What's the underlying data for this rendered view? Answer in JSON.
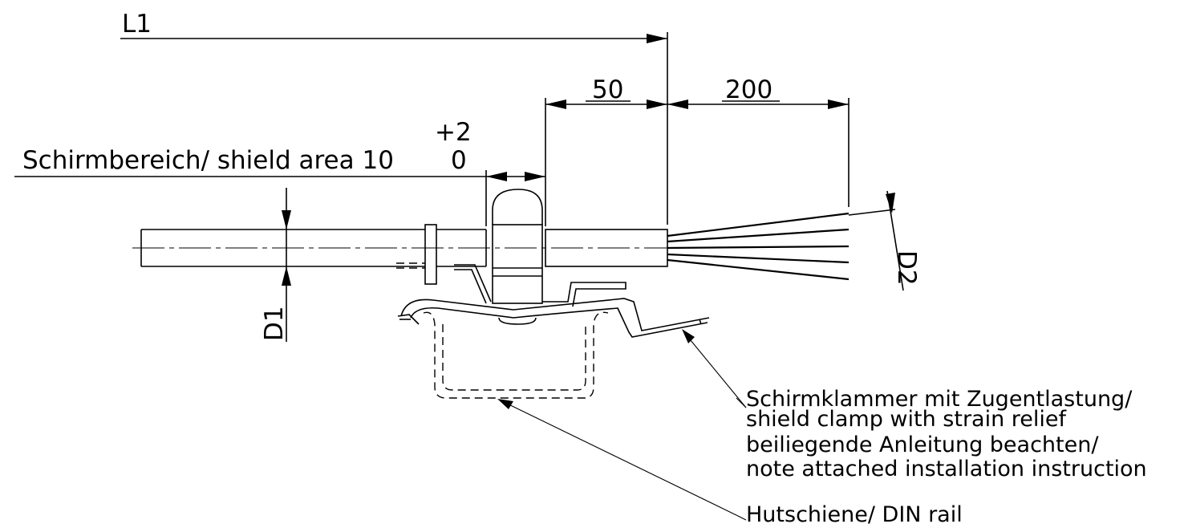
{
  "dimensions": {
    "l1": "L1",
    "d50": "50",
    "d200": "200",
    "shield_area": "Schirmbereich/ shield area 10",
    "tol_plus": "+2",
    "tol_zero": "0",
    "d1": "D1",
    "d2": "D2"
  },
  "callouts": {
    "clamp": {
      "line1": "Schirmklammer mit Zugentlastung/",
      "line2": "shield clamp with strain relief",
      "line3": "beiliegende Anleitung beachten/",
      "line4": "note attached installation instruction"
    },
    "rail": "Hutschiene/ DIN rail"
  }
}
